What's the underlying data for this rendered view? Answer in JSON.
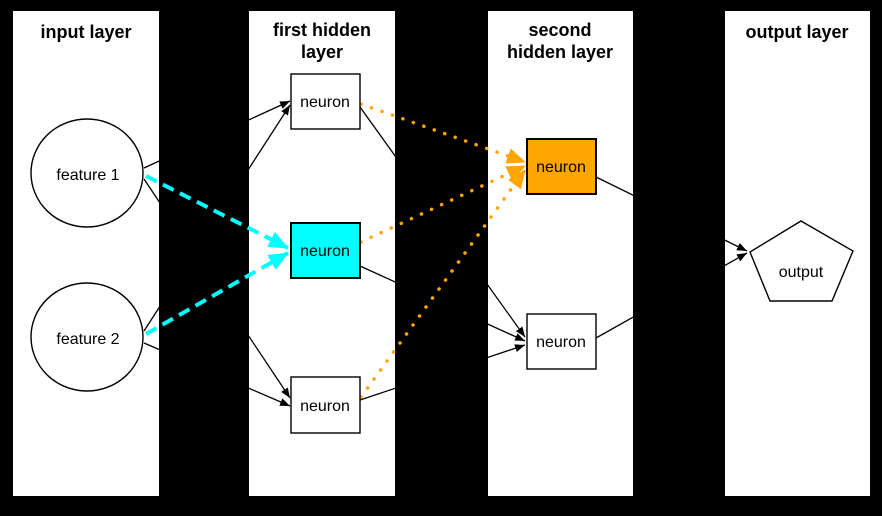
{
  "diagram": {
    "type": "feedforward-neural-network",
    "colors": {
      "background": "#000000",
      "panel": "#ffffff",
      "edge": "#000000",
      "highlight_cyan": "#00ffff",
      "highlight_orange": "#ffa500"
    },
    "panels": [
      {
        "id": "input-layer",
        "title_lines": [
          "input layer"
        ]
      },
      {
        "id": "first-hidden-layer",
        "title_lines": [
          "first hidden",
          "layer"
        ]
      },
      {
        "id": "second-hidden-layer",
        "title_lines": [
          "second",
          "hidden layer"
        ]
      },
      {
        "id": "output-layer",
        "title_lines": [
          "output layer"
        ]
      }
    ],
    "nodes": {
      "feature1": {
        "label": "feature 1",
        "shape": "circle",
        "fill": "#ffffff"
      },
      "feature2": {
        "label": "feature 2",
        "shape": "circle",
        "fill": "#ffffff"
      },
      "hidden1_top": {
        "label": "neuron",
        "shape": "rect",
        "fill": "#ffffff"
      },
      "hidden1_middle": {
        "label": "neuron",
        "shape": "rect",
        "fill": "#00ffff"
      },
      "hidden1_bottom": {
        "label": "neuron",
        "shape": "rect",
        "fill": "#ffffff"
      },
      "hidden2_top": {
        "label": "neuron",
        "shape": "rect",
        "fill": "#ffa500"
      },
      "hidden2_bottom": {
        "label": "neuron",
        "shape": "rect",
        "fill": "#ffffff"
      },
      "output": {
        "label": "output",
        "shape": "pentagon",
        "fill": "#ffffff"
      }
    },
    "edges": [
      {
        "from": "feature1",
        "to": "hidden1_top",
        "style": "solid-black"
      },
      {
        "from": "feature1",
        "to": "hidden1_middle",
        "style": "dashed-cyan"
      },
      {
        "from": "feature1",
        "to": "hidden1_bottom",
        "style": "solid-black"
      },
      {
        "from": "feature2",
        "to": "hidden1_top",
        "style": "solid-black"
      },
      {
        "from": "feature2",
        "to": "hidden1_middle",
        "style": "dashed-cyan"
      },
      {
        "from": "feature2",
        "to": "hidden1_bottom",
        "style": "solid-black"
      },
      {
        "from": "hidden1_top",
        "to": "hidden2_top",
        "style": "dotted-orange"
      },
      {
        "from": "hidden1_top",
        "to": "hidden2_bottom",
        "style": "solid-black"
      },
      {
        "from": "hidden1_middle",
        "to": "hidden2_top",
        "style": "dotted-orange"
      },
      {
        "from": "hidden1_middle",
        "to": "hidden2_bottom",
        "style": "solid-black"
      },
      {
        "from": "hidden1_bottom",
        "to": "hidden2_top",
        "style": "dotted-orange"
      },
      {
        "from": "hidden1_bottom",
        "to": "hidden2_bottom",
        "style": "solid-black"
      },
      {
        "from": "hidden2_top",
        "to": "output",
        "style": "solid-black"
      },
      {
        "from": "hidden2_bottom",
        "to": "output",
        "style": "solid-black"
      }
    ]
  }
}
